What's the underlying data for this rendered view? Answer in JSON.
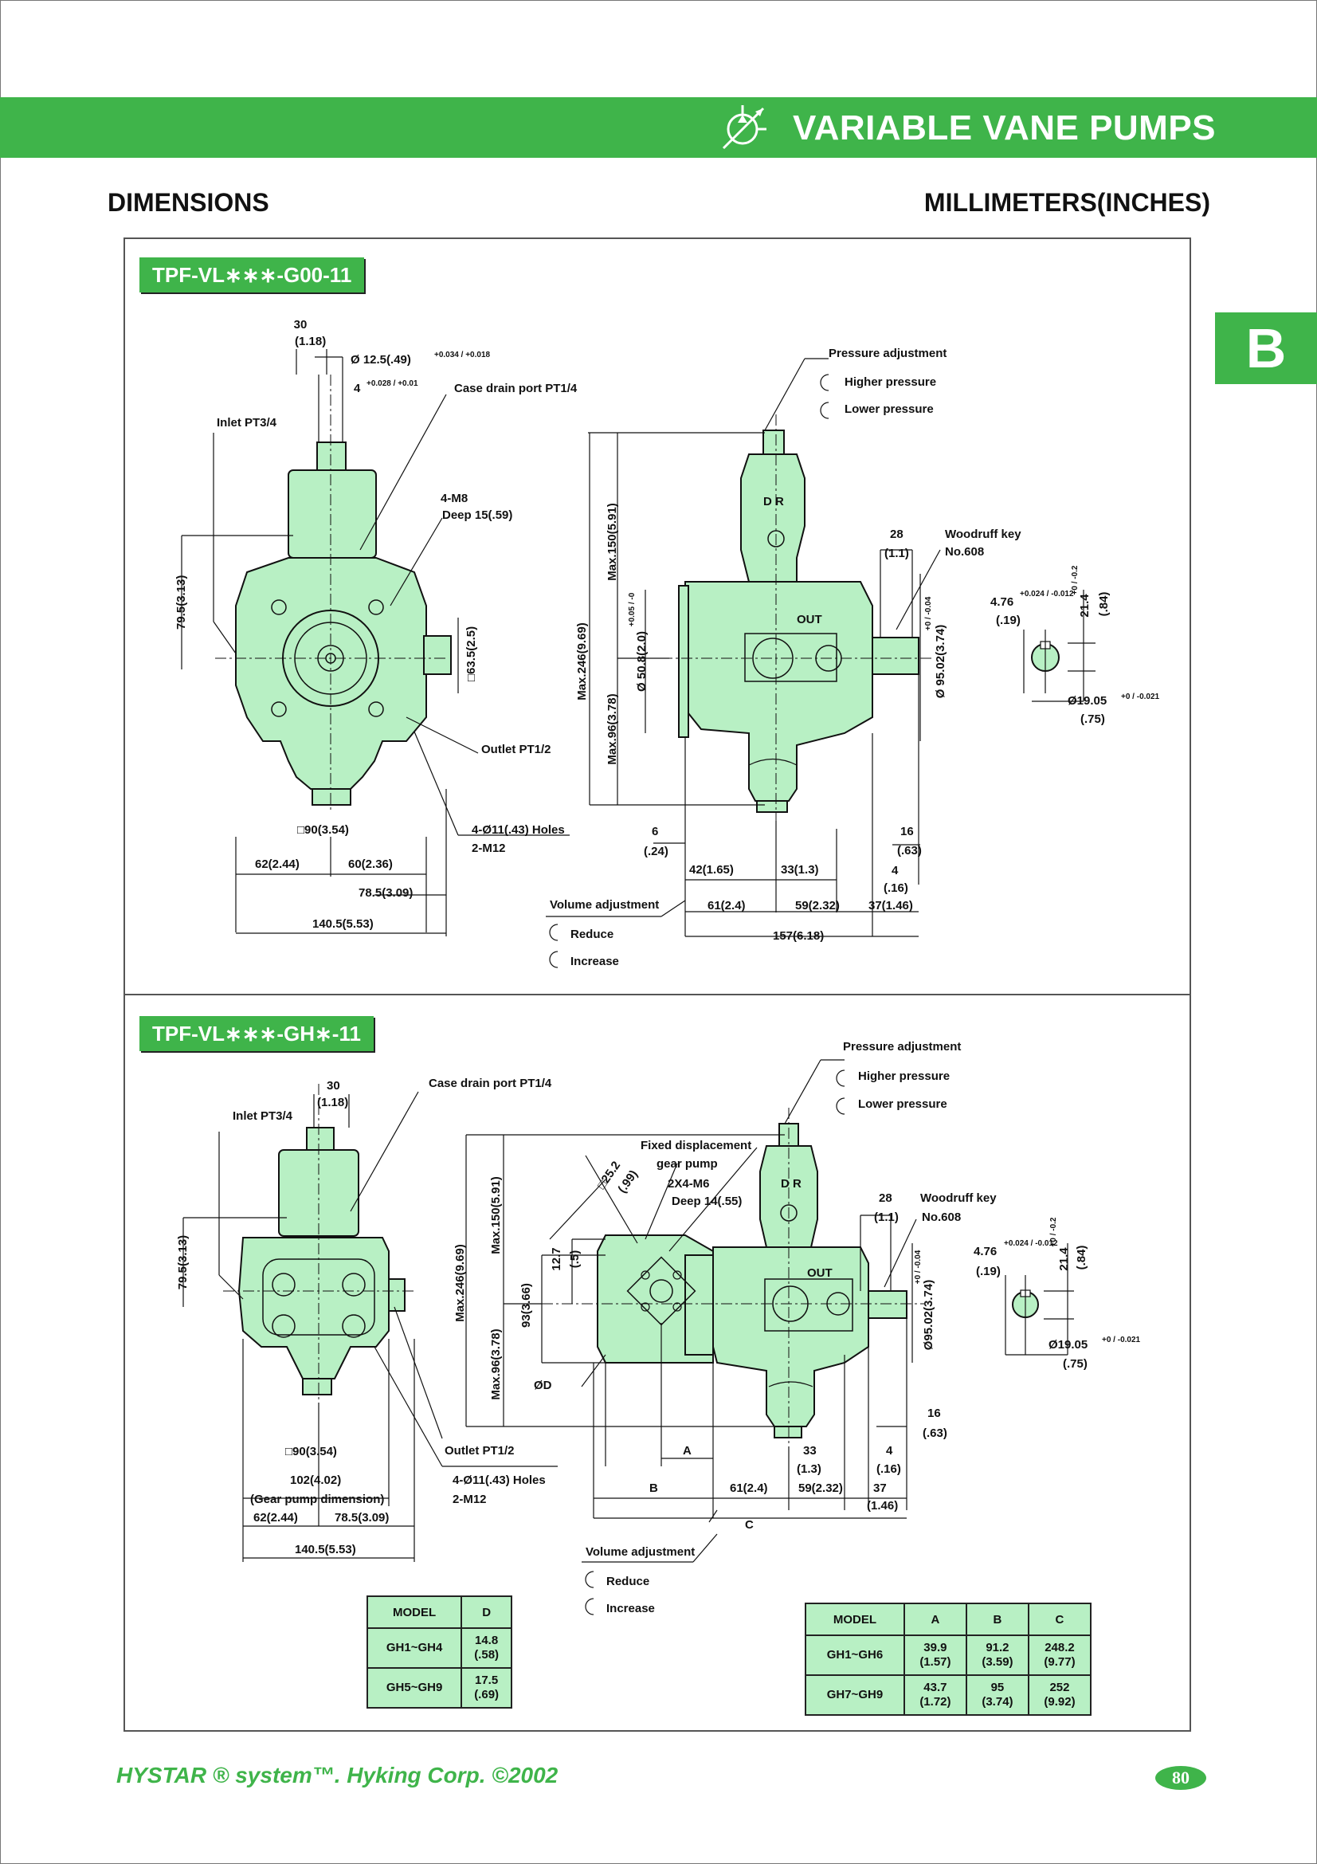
{
  "header": {
    "title": "VARIABLE VANE PUMPS",
    "icon": "variable-pump-symbol-icon",
    "accent_color": "#3fb44a"
  },
  "section": {
    "left": "DIMENSIONS",
    "right": "MILLIMETERS(INCHES)",
    "tab": "B"
  },
  "diagram1": {
    "model": "TPF-VL∗∗∗-G00-11",
    "labels": {
      "d30": "30",
      "d30in": "(1.18)",
      "shaft": "Ø 12.5(.49)",
      "shaft_tol": "+0.034 / +0.018",
      "key4": "4",
      "key4_tol": "+0.028 / +0.01",
      "case_drain": "Case drain port PT1/4",
      "inlet": "Inlet PT3/4",
      "m8": "4-M8",
      "deep": "Deep 15(.59)",
      "h795": "79.5(3.13)",
      "sq635": "□63.5(2.5)",
      "outlet": "Outlet PT1/2",
      "sq90": "□90(3.54)",
      "holes": "4-Ø11(.43) Holes",
      "m12": "2-M12",
      "w62": "62(2.44)",
      "w60": "60(2.36)",
      "w785": "78.5(3.09)",
      "w1405": "140.5(5.53)",
      "pressure_adj": "Pressure adjustment",
      "higher": "Higher pressure",
      "lower": "Lower pressure",
      "max246": "Max.246(9.69)",
      "max150": "Max.150(5.91)",
      "max96": "Max.96(3.78)",
      "d508": "Ø 50.8(2.0)",
      "d508_tol": "+0.05 / -0",
      "dr": "D R",
      "out": "OUT",
      "d28": "28",
      "d28in": "(1.1)",
      "woodruff": "Woodruff key",
      "no608": "No.608",
      "d9502": "Ø 95.02(3.74)",
      "d9502_tol": "+0 / -0.04",
      "k476": "4.76",
      "k476_tol": "+0.024 / -0.012",
      "k476in": "(.19)",
      "k214": "21.4",
      "k214_tol": "+0 / -0.2",
      "k214in": "(.84)",
      "d1905": "Ø19.05",
      "d1905_tol": "+0 / -0.021",
      "d1905in": "(.75)",
      "s6": "6",
      "s6in": "(.24)",
      "s42": "42(1.65)",
      "s33": "33(1.3)",
      "s16": "16",
      "s16in": "(.63)",
      "s4": "4",
      "s4in": "(.16)",
      "vol_adj": "Volume adjustment",
      "s61": "61(2.4)",
      "s59": "59(2.32)",
      "s37": "37(1.46)",
      "reduce": "Reduce",
      "increase": "Increase",
      "s157": "157(6.18)"
    }
  },
  "diagram2": {
    "model": "TPF-VL∗∗∗-GH∗-11",
    "labels": {
      "d30": "30",
      "d30in": "(1.18)",
      "case_drain": "Case drain port PT1/4",
      "inlet": "Inlet PT3/4",
      "h795": "79.5(3.13)",
      "sq90": "□90(3.54)",
      "outlet": "Outlet PT1/2",
      "w102": "102(4.02)",
      "gear_dim": "(Gear pump dimension)",
      "holes": "4-Ø11(.43) Holes",
      "m12": "2-M12",
      "w62": "62(2.44)",
      "w785": "78.5(3.09)",
      "w1405": "140.5(5.53)",
      "pressure_adj": "Pressure adjustment",
      "higher": "Higher pressure",
      "lower": "Lower pressure",
      "fixed": "Fixed displacement",
      "gear_pump": "gear pump",
      "sq252": "□25.2",
      "sq252in": "(.99)",
      "m6": "2X4-M6",
      "deep": "Deep 14(.55)",
      "d127": "12.7",
      "d127in": "(.5)",
      "d93": "93(3.66)",
      "max246": "Max.246(9.69)",
      "max150": "Max.150(5.91)",
      "max96": "Max.96(3.78)",
      "dr": "D R",
      "out": "OUT",
      "d28": "28",
      "d28in": "(1.1)",
      "woodruff": "Woodruff key",
      "no608": "No.608",
      "d9502": "Ø95.02(3.74)",
      "d9502_tol": "+0 / -0.04",
      "k476": "4.76",
      "k476_tol": "+0.024 / -0.012",
      "k476in": "(.19)",
      "k214": "21.4",
      "k214_tol": "+0 / -0.2",
      "k214in": "(.84)",
      "d1905": "Ø19.05",
      "d1905_tol": "+0 / -0.021",
      "d1905in": "(.75)",
      "phiD": "ØD",
      "s16": "16",
      "s16in": "(.63)",
      "A": "A",
      "s33": "33",
      "s33in": "(1.3)",
      "s4": "4",
      "s4in": "(.16)",
      "B": "B",
      "s61": "61(2.4)",
      "s59": "59(2.32)",
      "s37": "37",
      "s37in": "(1.46)",
      "C": "C",
      "vol_adj": "Volume adjustment",
      "reduce": "Reduce",
      "increase": "Increase"
    }
  },
  "table_d": {
    "headers": [
      "MODEL",
      "D"
    ],
    "rows": [
      [
        "GH1~GH4",
        "14.8",
        "(.58)"
      ],
      [
        "GH5~GH9",
        "17.5",
        "(.69)"
      ]
    ]
  },
  "table_abc": {
    "headers": [
      "MODEL",
      "A",
      "B",
      "C"
    ],
    "rows": [
      [
        "GH1~GH6",
        "39.9",
        "(1.57)",
        "91.2",
        "(3.59)",
        "248.2",
        "(9.77)"
      ],
      [
        "GH7~GH9",
        "43.7",
        "(1.72)",
        "95",
        "(3.74)",
        "252",
        "(9.92)"
      ]
    ]
  },
  "footer": {
    "left": "HYSTAR ® system™. Hyking Corp. ©2002",
    "page": "80"
  }
}
